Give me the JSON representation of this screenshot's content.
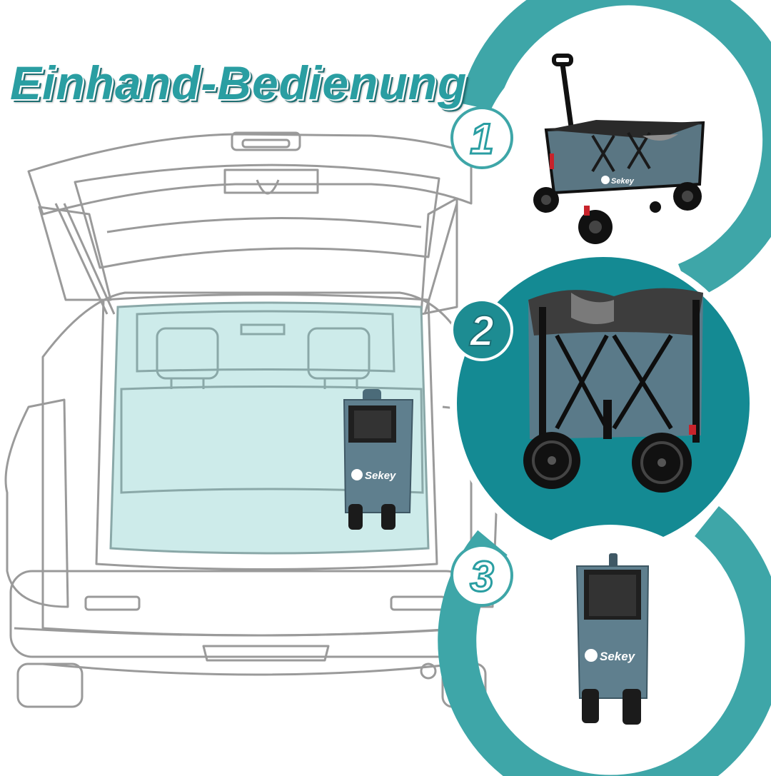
{
  "headline": "Einhand-Bedienung",
  "steps": [
    {
      "number": "1"
    },
    {
      "number": "2"
    },
    {
      "number": "3"
    }
  ],
  "brand": "Sekey",
  "colors": {
    "accent": "#2a9ea2",
    "accent_dark": "#1f6f73",
    "ring": "#3ea6a8",
    "panel_dark": "#148a93",
    "trunk_fill": "#cdebea",
    "car_outline": "#9a9a9a",
    "wagon_fabric": "#5f7f8e",
    "wagon_frame": "#1d1d1d"
  }
}
